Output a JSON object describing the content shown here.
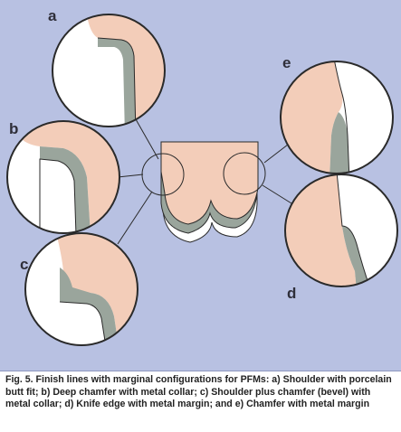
{
  "labels": {
    "a": "a",
    "b": "b",
    "c": "c",
    "d": "d",
    "e": "e"
  },
  "caption": "Fig. 5. Finish lines with marginal configurations for PFMs: a) Shoulder with porcelain butt fit; b) Deep chamfer with metal collar; c) Shoulder plus chamfer (bevel) with metal collar; d) Knife edge with metal margin;  and e) Chamfer with metal margin",
  "colors": {
    "background": "#b8c1e2",
    "porcelain": "#f3cdb9",
    "metal": "#9aa59c",
    "tooth": "#ffffff",
    "outline": "#2a2a2a"
  }
}
